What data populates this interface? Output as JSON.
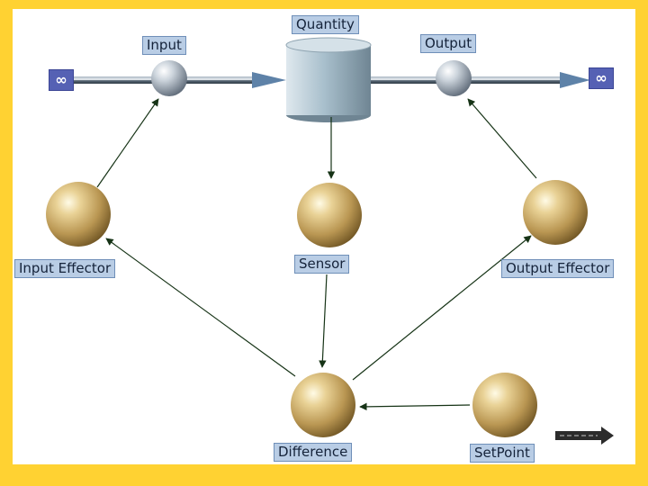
{
  "diagram": {
    "stock_label": "Quantity",
    "inflow_label": "Input",
    "outflow_label": "Output",
    "source_symbol": "∞",
    "sink_symbol": "∞",
    "nodes": {
      "input_effector": "Input Effector",
      "sensor": "Sensor",
      "output_effector": "Output Effector",
      "difference": "Difference",
      "setpoint": "SetPoint"
    }
  },
  "colors": {
    "frame": "#ffd232",
    "background": "#ffffff",
    "label_fill": "#b9cde5",
    "source_fill": "#5561b4",
    "connector": "#163316",
    "sphere": "#c4a461",
    "stock": "#a9bfcb"
  },
  "icons": {
    "source": "infinity-cloud-icon",
    "sink": "infinity-cloud-icon",
    "stock": "cylinder-stock-icon",
    "valve": "valve-sphere-icon",
    "converter": "sphere-icon"
  }
}
